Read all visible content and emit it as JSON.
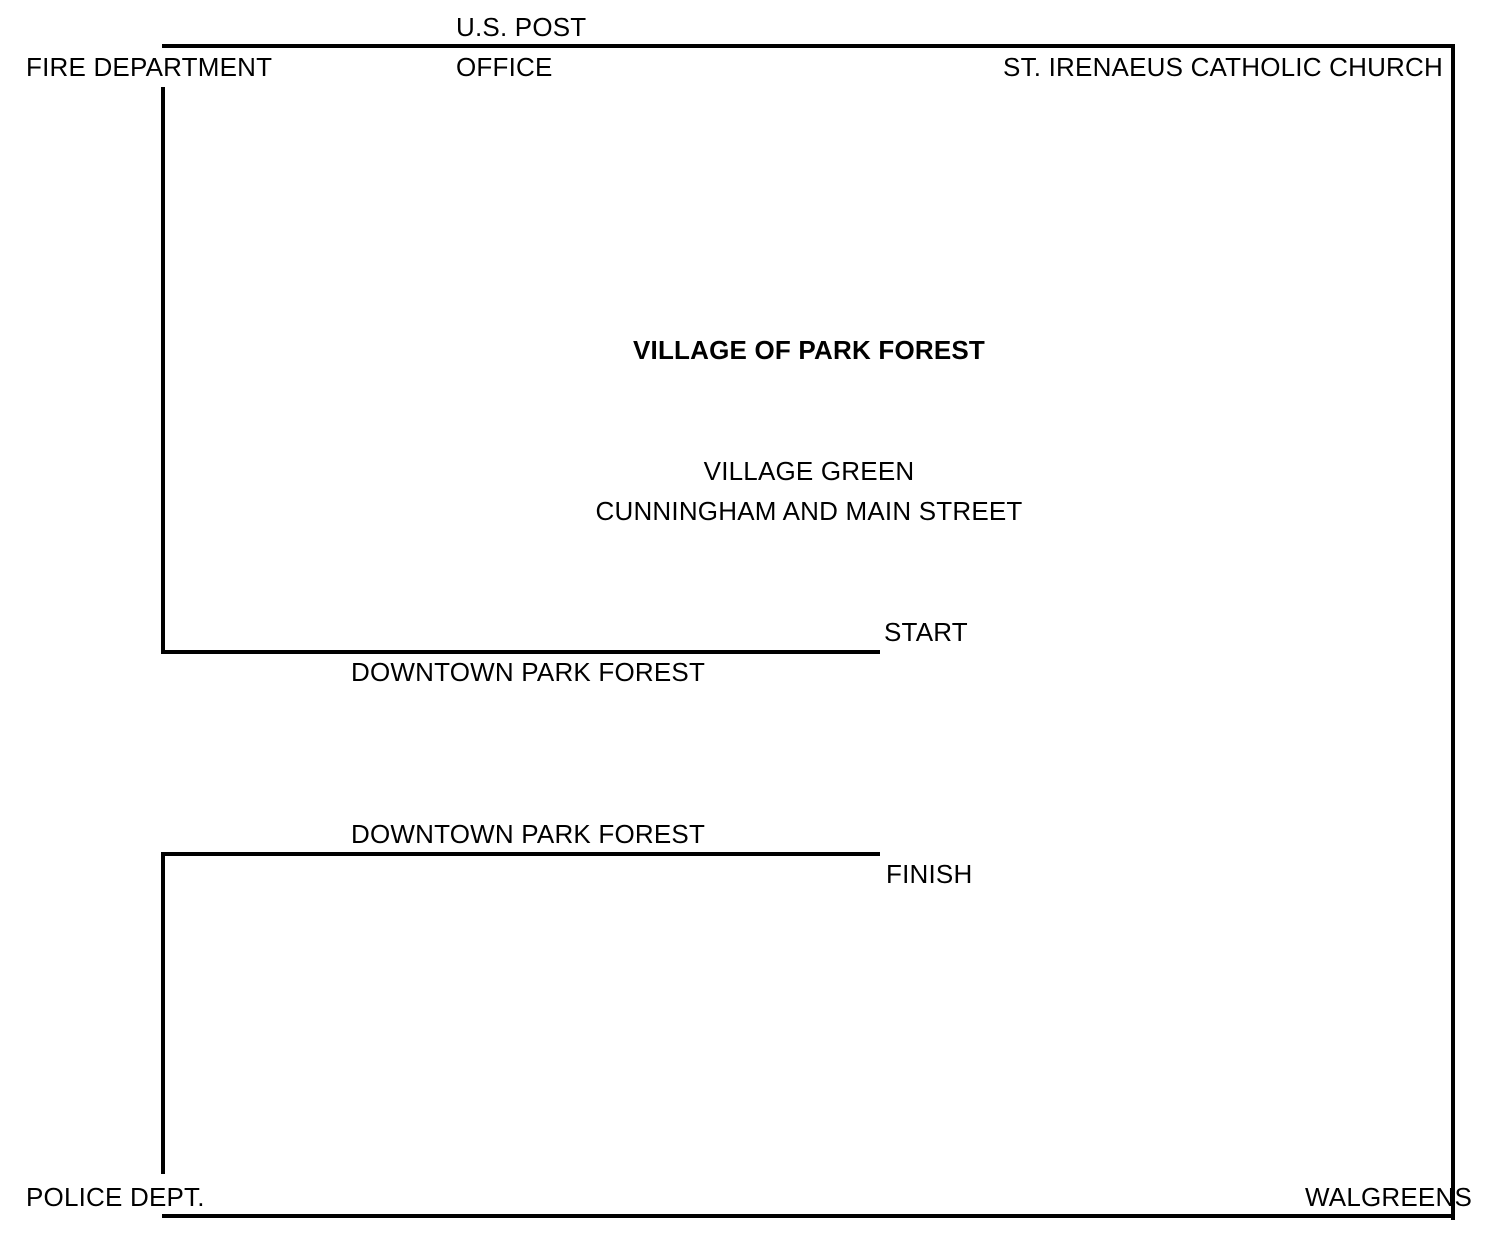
{
  "map": {
    "title": "VILLAGE OF PARK FOREST",
    "landmarks": {
      "post_office_line1": "U.S. POST",
      "post_office_line2": "OFFICE",
      "fire_department": "FIRE DEPARTMENT",
      "church": "ST. IRENAEUS CATHOLIC CHURCH",
      "village_green": "VILLAGE GREEN",
      "intersection": "CUNNINGHAM AND MAIN STREET",
      "downtown_upper": "DOWNTOWN PARK FOREST",
      "downtown_lower": "DOWNTOWN PARK FOREST",
      "police": "POLICE DEPT.",
      "walgreens": "WALGREENS"
    },
    "route": {
      "start": "START",
      "finish": "FINISH"
    },
    "line_color": "#000000",
    "background_color": "#ffffff"
  }
}
